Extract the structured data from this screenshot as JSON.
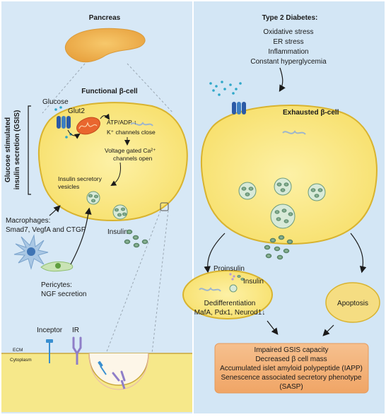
{
  "left": {
    "pancreas_label": "Pancreas",
    "functional_cell_title": "Functional β-cell",
    "gsis_line1": "Glucose stimulated",
    "gsis_line2": "insulin secretion (GSIS)",
    "glucose": "Glucose",
    "glut2": "Glut2",
    "atp_adp": "ATP/ADP ↑",
    "k_channels": "K⁺ channels close",
    "ca_line1": "Voltage gated Ca²⁺",
    "ca_line2": "channels open",
    "vesicles_line1": "Insulin secretory",
    "vesicles_line2": "vesicles",
    "insulin": "Insulin",
    "macrophages_line1": "Macrophages:",
    "macrophages_line2": "Smad7, VegfA and CTGF",
    "pericytes_line1": "Pericytes:",
    "pericytes_line2": "NGF secretion",
    "inceptor": "Inceptor",
    "ir": "IR",
    "ecm": "ECM",
    "cytoplasm": "Cytoplasm"
  },
  "right": {
    "t2d_title": "Type 2 Diabetes:",
    "stresses": [
      "Oxidative stress",
      "ER stress",
      "Inflammation",
      "Constant hyperglycemia"
    ],
    "exhausted_title": "Exhausted β-cell",
    "proinsulin": "Proinsulin",
    "insulin": "Insulin",
    "dediff_line1": "Dedifferentiation",
    "dediff_line2": "MafA, Pdx1, Neurod1↓",
    "apoptosis": "Apoptosis",
    "outcomes": [
      "Impaired GSIS capacity",
      "Decreased β cell mass",
      "Accumulated islet amyloid polypeptide (IAPP)",
      "Senescence associated secretory phenotype",
      "(SASP)"
    ]
  },
  "colors": {
    "background": "#d5e7f6",
    "cell_fill": "#fbe98a",
    "cell_stroke": "#d8b32f",
    "vesicle": "#6b9a7a",
    "outcome_box": "#f3b07a"
  }
}
